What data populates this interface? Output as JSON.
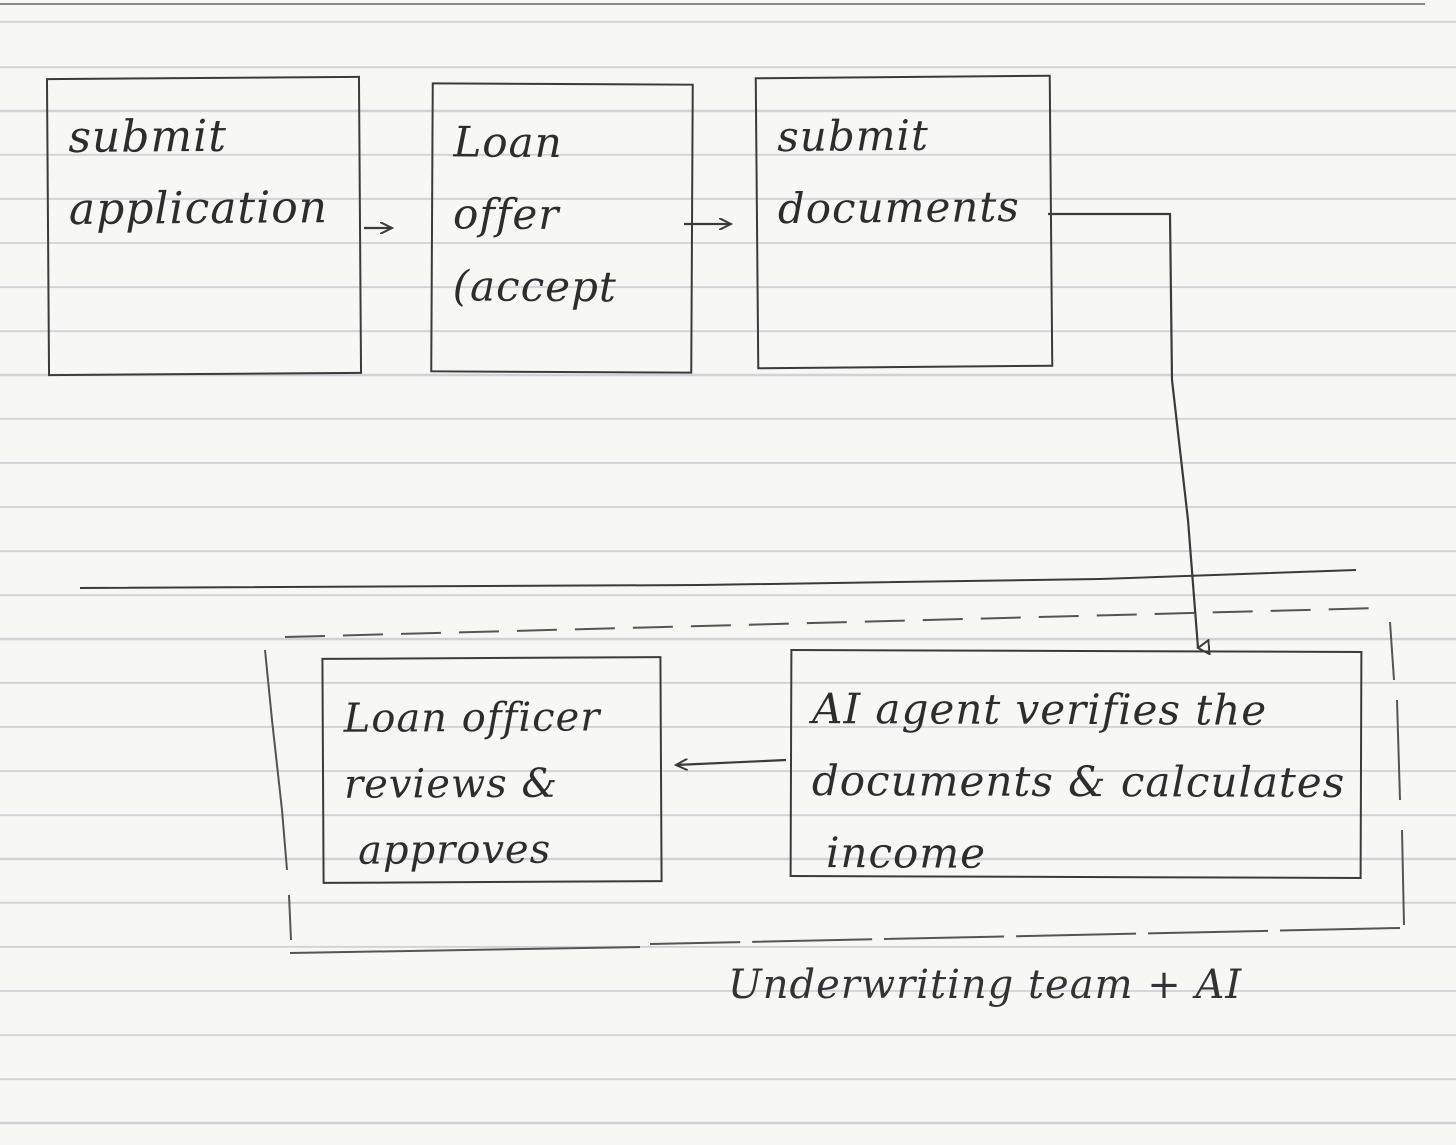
{
  "diagram": {
    "steps": [
      {
        "id": "submit-application",
        "lines": [
          "submit",
          "application"
        ]
      },
      {
        "id": "loan-offer-accept",
        "lines": [
          "Loan",
          "offer",
          "(accept"
        ]
      },
      {
        "id": "submit-documents",
        "lines": [
          "submit",
          "documents"
        ]
      },
      {
        "id": "ai-agent-verifies",
        "lines": [
          "AI agent verifies the",
          "documents & calculates",
          " income"
        ]
      },
      {
        "id": "loan-officer-reviews",
        "lines": [
          "Loan officer",
          "reviews &",
          " approves"
        ]
      }
    ],
    "group_label": "Underwriting team + AI",
    "edges": [
      {
        "from": "submit-application",
        "to": "loan-offer-accept"
      },
      {
        "from": "loan-offer-accept",
        "to": "submit-documents"
      },
      {
        "from": "submit-documents",
        "to": "ai-agent-verifies"
      },
      {
        "from": "ai-agent-verifies",
        "to": "loan-officer-reviews"
      }
    ],
    "colors": {
      "ink": "#3b3b3b",
      "paper": "#f7f7f5",
      "rule": "#cfd3d6"
    }
  }
}
